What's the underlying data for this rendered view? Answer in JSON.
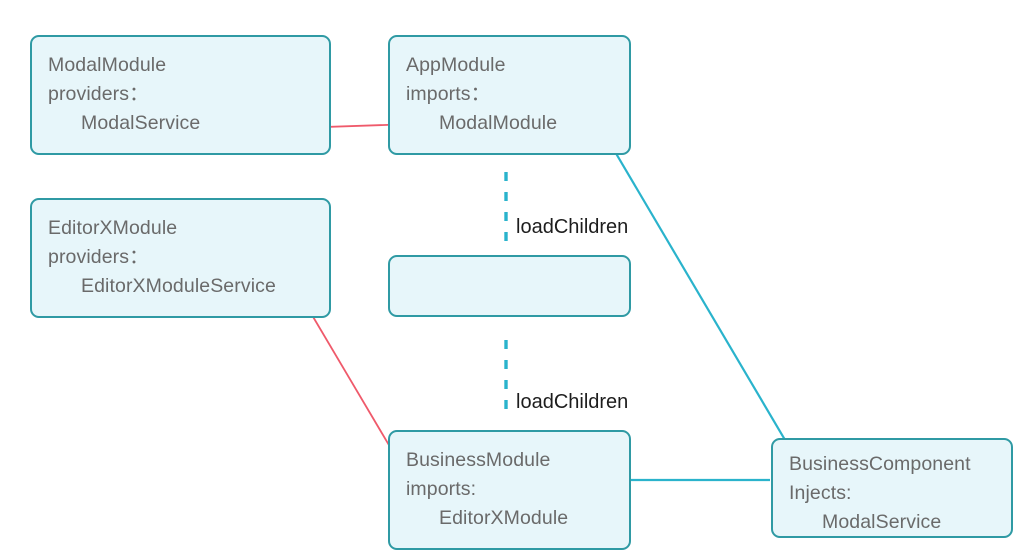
{
  "diagram": {
    "title": "Angular module / lazy-loading relationship diagram",
    "colors": {
      "node_fill": "#e7f6fa",
      "node_border": "#2f9aa4",
      "node_text": "#6a6a6a",
      "label_text": "#1d1d1d",
      "arrow_red": "#ef5a6b",
      "arrow_red_head": "#e8162c",
      "arrow_teal": "#2ab3cc",
      "background": "#ffffff"
    },
    "nodes": [
      {
        "id": "modal-module",
        "lines": [
          "ModalModule",
          "providers：",
          "ModalService"
        ]
      },
      {
        "id": "app-module",
        "lines": [
          "AppModule",
          "imports：",
          "ModalModule"
        ]
      },
      {
        "id": "editorx-module",
        "lines": [
          "EditorXModule",
          "providers：",
          "EditorXModuleService"
        ]
      },
      {
        "id": "empty-module",
        "lines": []
      },
      {
        "id": "business-module",
        "lines": [
          "BusinessModule",
          "imports:",
          "EditorXModule"
        ]
      },
      {
        "id": "business-component",
        "lines": [
          "BusinessComponent",
          "Injects:",
          "ModalService"
        ]
      }
    ],
    "edge_labels": [
      {
        "id": "load-children-top",
        "text": "loadChildren"
      },
      {
        "id": "load-children-bottom",
        "text": "loadChildren"
      }
    ]
  }
}
